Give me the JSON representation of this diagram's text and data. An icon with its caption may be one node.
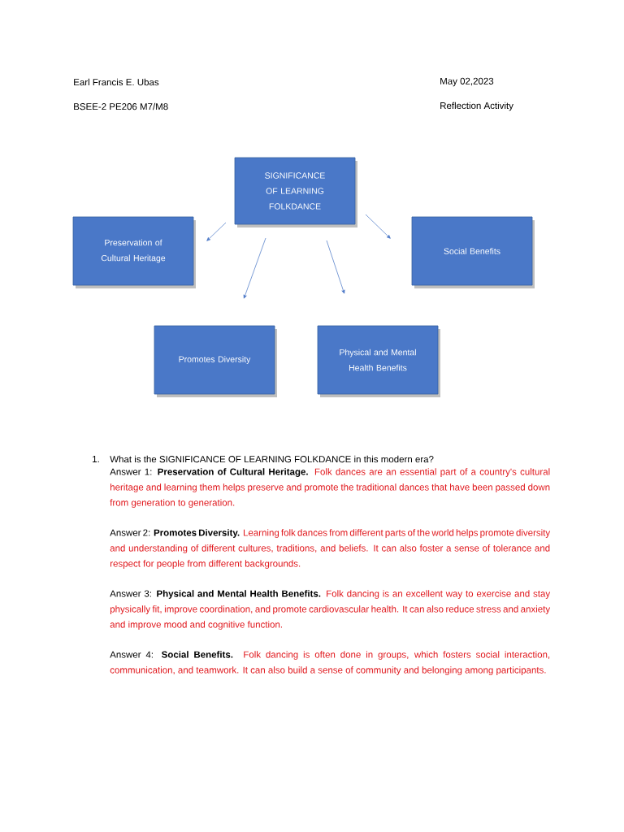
{
  "diagram": {
    "nodes": [
      {
        "text": [
          "SIGNIFICANCE OF LEARNING FOLKDANCE"
        ]
      },
      {
        "text": [
          "Preservation of Cultural Heritage"
        ]
      },
      {
        "text": [
          "Social Benefits"
        ]
      },
      {
        "text": [
          "Promotes Diversity"
        ]
      },
      {
        "text": [
          "Physical and Mental Health Benefits"
        ]
      }
    ],
    "edges": [
      {
        "from": 0,
        "to": 1,
        "arrow": "to"
      },
      {
        "from": 0,
        "to": 2,
        "arrow": "to"
      },
      {
        "from": 0,
        "to": 3,
        "arrow": "to"
      },
      {
        "from": 0,
        "to": 4,
        "arrow": "to"
      }
    ],
    "labels": [
      "Earl Francis E. Ubas",
      "May 02,2023",
      "BSEE-2 PE206 M7/M8",
      "Reflection Activity",
      "1.",
      "What is the SIGNIFICANCE OF LEARNING FOLKDANCE in this modern era?",
      "Answer 1:",
      "Preservation of Cultural Heritage.",
      "Folk dances are an essential part of a country's cultural heritage and learning them helps preserve and promote the traditional dances that have been passed down from generation to generation.",
      "Answer 2:",
      "Promotes Diversity.",
      "Learning folk dances from different parts of the world helps promote diversity and understanding of different cultures, traditions, and beliefs. It can also foster a sense of tolerance and respect for people from different backgrounds.",
      "Answer 3:",
      "Physical and Mental Health Benefits.",
      "Folk dancing is an excellent way to exercise and stay physically fit, improve coordination, and promote cardiovascular health. It can also reduce stress and anxiety and improve mood and cognitive function.",
      "Answer 4:",
      "Social Benefits.",
      "Folk dancing is often done in groups, which fosters social interaction, communication, and teamwork. It can also build a sense of community and belonging among participants."
    ]
  }
}
